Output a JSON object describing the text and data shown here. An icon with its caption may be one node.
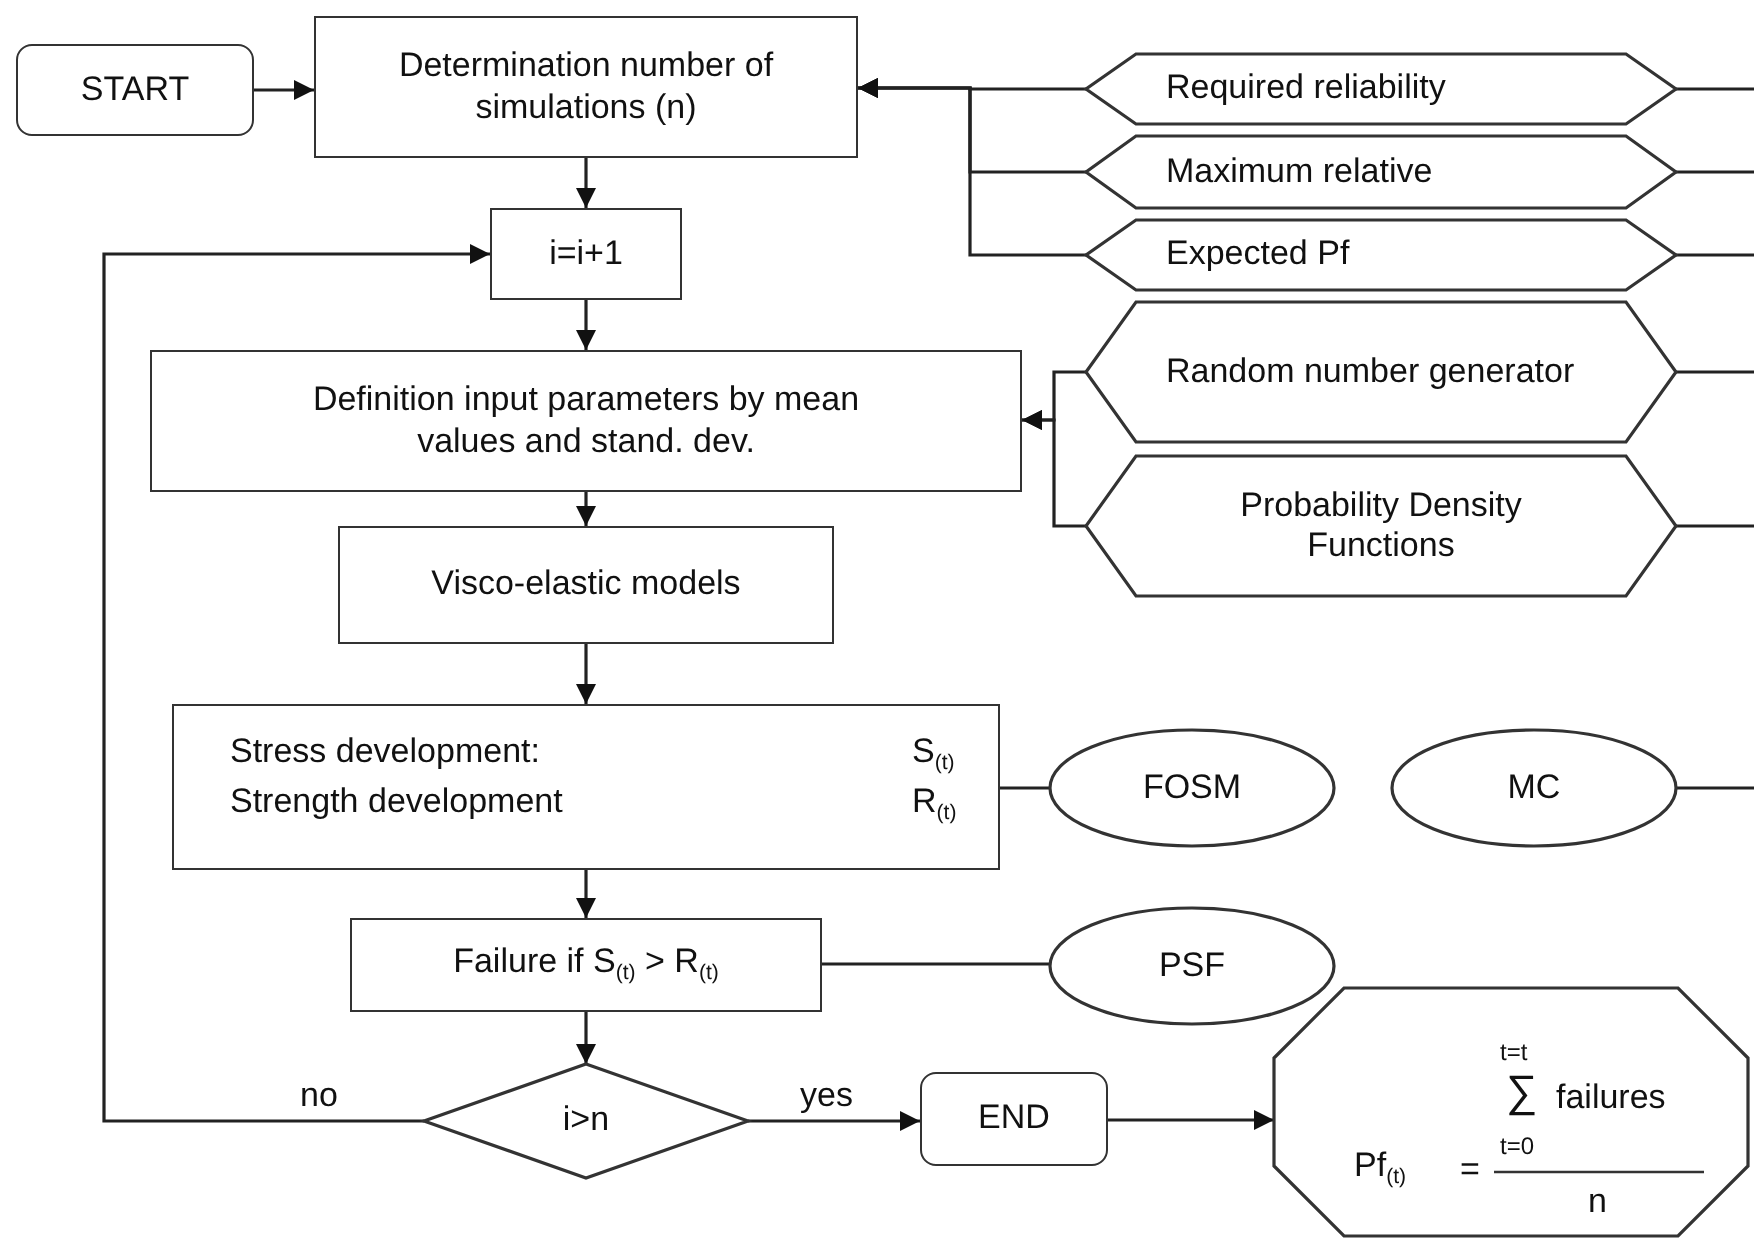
{
  "diagram": {
    "nodes": [
      {
        "text": [
          "START"
        ]
      },
      {
        "text": [
          "Determination number of simulations (n)"
        ]
      },
      {
        "text": [
          "Required reliability"
        ]
      },
      {
        "text": [
          "Maximum relative"
        ]
      },
      {
        "text": [
          "Expected Pf"
        ]
      },
      {
        "text": [
          "i=i+1"
        ]
      },
      {
        "text": [
          "Definition input parameters by mean values and stand. dev."
        ]
      },
      {
        "text": [
          "Random number generator"
        ]
      },
      {
        "text": [
          "Probability Density Functions"
        ]
      },
      {
        "text": [
          "Visco-elastic models"
        ]
      },
      {
        "text": [
          "Stress development:",
          "Strength development",
          "S$_{(t)}$",
          "R$_{(t)}$"
        ]
      },
      {
        "text": [
          "FOSM"
        ]
      },
      {
        "text": [
          "MC"
        ]
      },
      {
        "text": [
          "Failure if S$_{(t)}$ > R$_{(t)}$"
        ]
      },
      {
        "text": [
          "PSF"
        ]
      },
      {
        "text": [
          "i>n"
        ]
      },
      {
        "text": [
          "END"
        ]
      },
      {
        "text": [
          "Pf$_{(t)}$",
          "=",
          "t=t",
          "∑",
          "failures",
          "t=0",
          "n"
        ]
      }
    ],
    "edges": [
      {
        "from": 0,
        "to": 1,
        "arrow": "to"
      },
      {
        "from": 2,
        "to": 1,
        "arrow": "to"
      },
      {
        "from": 3,
        "to": 1,
        "arrow": "to"
      },
      {
        "from": 4,
        "to": 1,
        "arrow": "to"
      },
      {
        "from": 1,
        "to": 5,
        "arrow": "to"
      },
      {
        "from": 5,
        "to": 6,
        "arrow": "to"
      },
      {
        "from": 7,
        "to": 6,
        "arrow": "to"
      },
      {
        "from": 8,
        "to": 6,
        "arrow": "to"
      },
      {
        "from": 6,
        "to": 9,
        "arrow": "to"
      },
      {
        "from": 9,
        "to": 10,
        "arrow": "to"
      },
      {
        "from": 10,
        "to": 11,
        "arrow": "none"
      },
      {
        "from": 10,
        "to": 13,
        "arrow": "to"
      },
      {
        "from": 13,
        "to": 14,
        "arrow": "none"
      },
      {
        "from": 13,
        "to": 15,
        "arrow": "to"
      },
      {
        "from": 15,
        "to": 5,
        "arrow": "to",
        "label": "no"
      },
      {
        "from": 15,
        "to": 16,
        "arrow": "to",
        "label": "yes"
      },
      {
        "from": 16,
        "to": 17,
        "arrow": "to"
      },
      {
        "from": 2,
        "to": null,
        "arrow": "none"
      },
      {
        "from": 3,
        "to": null,
        "arrow": "none"
      },
      {
        "from": 4,
        "to": null,
        "arrow": "none"
      },
      {
        "from": 7,
        "to": null,
        "arrow": "none"
      },
      {
        "from": 8,
        "to": null,
        "arrow": "none"
      },
      {
        "from": 12,
        "to": null,
        "arrow": "none"
      }
    ]
  }
}
